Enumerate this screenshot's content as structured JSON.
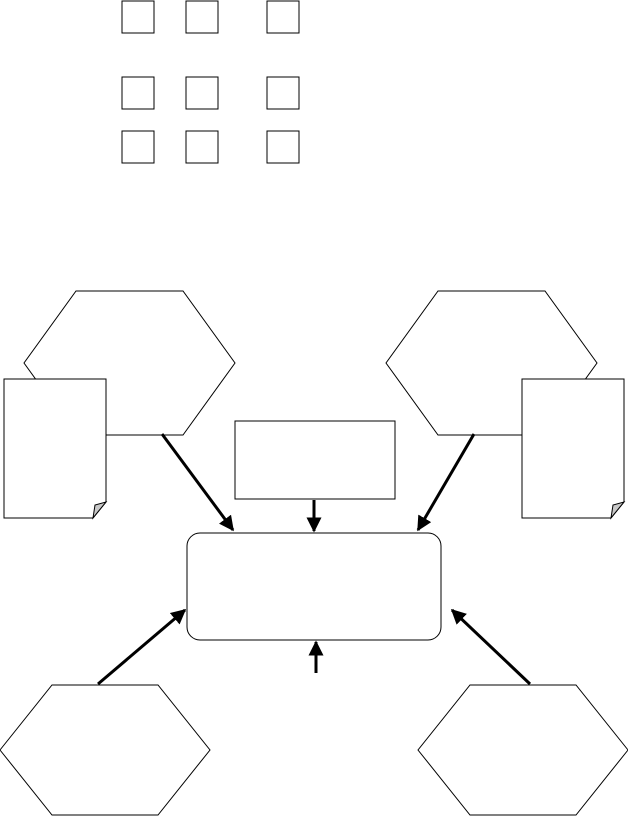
{
  "diagram": {
    "stroke_color": "#000000",
    "fill_color": "#ffffff",
    "checkbox_grid": {
      "rows": 3,
      "columns": 3
    },
    "shapes": {
      "hexagons": [
        "hexagon-top-left",
        "hexagon-top-right",
        "hexagon-bottom-left",
        "hexagon-bottom-right"
      ],
      "documents": [
        "document-left",
        "document-right"
      ],
      "boxes": [
        "rectangle-top-center",
        "rounded-rectangle-center"
      ]
    },
    "arrow_count": 6,
    "labels": []
  }
}
